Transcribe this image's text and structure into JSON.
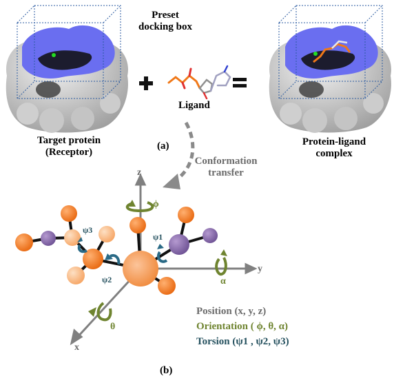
{
  "labels": {
    "preset_box_line1": "Preset",
    "preset_box_line2": "docking box",
    "ligand": "Ligand",
    "panel_a": "(a)",
    "target_line1": "Target protein",
    "target_line2": "(Receptor)",
    "complex_line1": "Protein-ligand",
    "complex_line2": "complex",
    "transfer_line1": "Conformation",
    "transfer_line2": "transfer",
    "panel_b": "(b)"
  },
  "axes": {
    "x": "x",
    "y": "y",
    "z": "z"
  },
  "angles": {
    "phi": "ϕ",
    "theta": "θ",
    "alpha": "α",
    "psi1": "ψ1",
    "psi2": "ψ2",
    "psi3": "ψ3"
  },
  "legend": {
    "position_word": "Position",
    "position_vals": "(x, y, z)",
    "orientation_word": "Orientation",
    "orientation_vals": "( ϕ, θ, α)",
    "torsion_word": "Torsion",
    "torsion_vals": "(ψ1 , ψ2, ψ3)"
  },
  "colors": {
    "pocket_blue": "#6a6ef0",
    "protein_gray": "#d2d2d2",
    "orange_atom": "#f07818",
    "light_orange_atom": "#fab27a",
    "purple_atom": "#8a6cac",
    "orientation_green": "#6f8430",
    "torsion_teal": "#24505e",
    "axis_gray": "#808080"
  }
}
